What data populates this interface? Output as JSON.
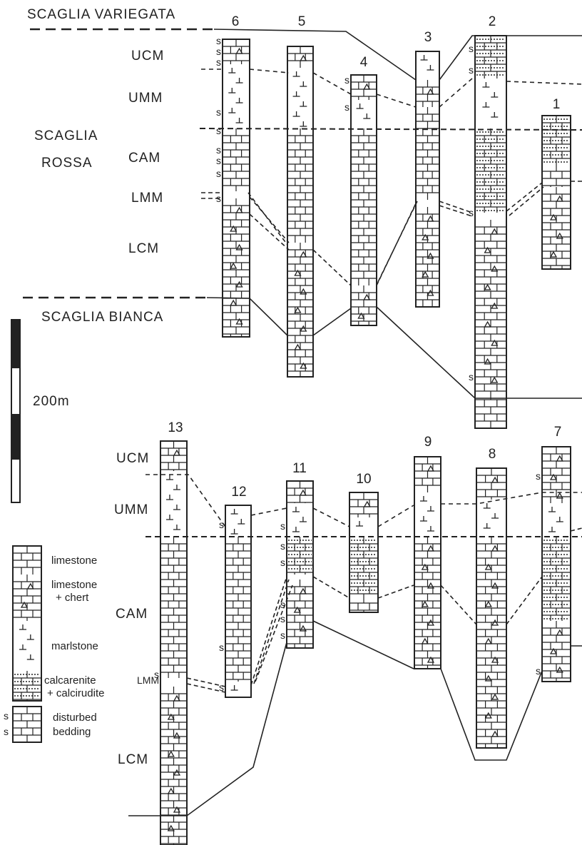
{
  "formations": {
    "variegata": "SCAGLIA VARIEGATA",
    "rossa_1": "SCAGLIA",
    "rossa_2": "ROSSA",
    "bianca": "SCAGLIA BIANCA"
  },
  "units": {
    "ucm": "UCM",
    "umm": "UMM",
    "cam": "CAM",
    "lmm": "LMM",
    "lcm": "LCM"
  },
  "scale_label": "200m",
  "disturbed_mark": "s",
  "legend": {
    "limestone": "limestone",
    "chert_1": "limestone",
    "chert_2": "+ chert",
    "marlstone": "marlstone",
    "calc_1": "calcarenite",
    "calc_2": "+ calcirudite",
    "dist_1": "disturbed",
    "dist_2": "bedding"
  },
  "sections": [
    {
      "id": "6",
      "col": [
        {
          "lith": "cL",
          "from": 55,
          "to": 90
        },
        {
          "lith": "M",
          "from": 90,
          "to": 180
        },
        {
          "lith": "L",
          "from": 180,
          "to": 268
        },
        {
          "lith": "M",
          "from": 268,
          "to": 278
        },
        {
          "lith": "cL",
          "from": 278,
          "to": 472
        }
      ],
      "s": [
        62,
        77,
        92,
        162,
        188,
        215,
        230,
        248,
        283
      ]
    },
    {
      "id": "5",
      "col": [
        {
          "lith": "cL",
          "from": 65,
          "to": 95
        },
        {
          "lith": "M",
          "from": 95,
          "to": 180
        },
        {
          "lith": "L",
          "from": 180,
          "to": 340
        },
        {
          "lith": "cL",
          "from": 340,
          "to": 528
        }
      ],
      "s": []
    },
    {
      "id": "4",
      "col": [
        {
          "lith": "cL",
          "from": 105,
          "to": 140
        },
        {
          "lith": "M",
          "from": 140,
          "to": 180
        },
        {
          "lith": "L",
          "from": 180,
          "to": 400
        },
        {
          "lith": "cL",
          "from": 400,
          "to": 456
        }
      ],
      "s": [
        117,
        155
      ]
    },
    {
      "id": "3",
      "col": [
        {
          "lith": "M",
          "from": 72,
          "to": 112
        },
        {
          "lith": "cL",
          "from": 112,
          "to": 150
        },
        {
          "lith": "L",
          "from": 150,
          "to": 280
        },
        {
          "lith": "M",
          "from": 280,
          "to": 290
        },
        {
          "lith": "cL",
          "from": 290,
          "to": 430
        }
      ],
      "s": []
    },
    {
      "id": "2",
      "col": [
        {
          "lith": "C",
          "from": 50,
          "to": 110
        },
        {
          "lith": "M",
          "from": 110,
          "to": 180
        },
        {
          "lith": "C",
          "from": 180,
          "to": 298
        },
        {
          "lith": "M",
          "from": 298,
          "to": 308
        },
        {
          "lith": "cL",
          "from": 308,
          "to": 550
        },
        {
          "lith": "L",
          "from": 550,
          "to": 600
        }
      ],
      "s": [
        73,
        103,
        303,
        533
      ]
    },
    {
      "id": "1",
      "col": [
        {
          "lith": "C",
          "from": 162,
          "to": 230
        },
        {
          "lith": "L",
          "from": 230,
          "to": 262
        },
        {
          "lith": "cL",
          "from": 262,
          "to": 377
        }
      ],
      "s": []
    },
    {
      "id": "13",
      "col": [
        {
          "lith": "cL",
          "from": 618,
          "to": 660
        },
        {
          "lith": "M",
          "from": 660,
          "to": 752
        },
        {
          "lith": "L",
          "from": 752,
          "to": 950
        },
        {
          "lith": "M",
          "from": 950,
          "to": 962
        },
        {
          "lith": "cL",
          "from": 962,
          "to": 1184
        }
      ],
      "s": [
        950
      ]
    },
    {
      "id": "12",
      "col": [
        {
          "lith": "M",
          "from": 708,
          "to": 752
        },
        {
          "lith": "L",
          "from": 752,
          "to": 955
        },
        {
          "lith": "M",
          "from": 955,
          "to": 977
        }
      ],
      "s": [
        740,
        912,
        968
      ]
    },
    {
      "id": "11",
      "col": [
        {
          "lith": "cL",
          "from": 674,
          "to": 705
        },
        {
          "lith": "M",
          "from": 705,
          "to": 752
        },
        {
          "lith": "C",
          "from": 752,
          "to": 805
        },
        {
          "lith": "M",
          "from": 805,
          "to": 812
        },
        {
          "lith": "cL",
          "from": 812,
          "to": 908
        }
      ],
      "s": [
        742,
        770,
        793,
        852,
        872,
        895
      ]
    },
    {
      "id": "10",
      "col": [
        {
          "lith": "cL",
          "from": 690,
          "to": 725
        },
        {
          "lith": "M",
          "from": 725,
          "to": 752
        },
        {
          "lith": "C",
          "from": 752,
          "to": 835
        },
        {
          "lith": "cL",
          "from": 835,
          "to": 858
        }
      ],
      "s": []
    },
    {
      "id": "9",
      "col": [
        {
          "lith": "cL",
          "from": 640,
          "to": 690
        },
        {
          "lith": "M",
          "from": 690,
          "to": 752
        },
        {
          "lith": "cL",
          "from": 752,
          "to": 937
        }
      ],
      "s": []
    },
    {
      "id": "8",
      "col": [
        {
          "lith": "cL",
          "from": 656,
          "to": 700
        },
        {
          "lith": "M",
          "from": 700,
          "to": 752
        },
        {
          "lith": "cL",
          "from": 752,
          "to": 1048
        }
      ],
      "s": []
    },
    {
      "id": "7",
      "col": [
        {
          "lith": "cL",
          "from": 626,
          "to": 705
        },
        {
          "lith": "M",
          "from": 705,
          "to": 752
        },
        {
          "lith": "C",
          "from": 752,
          "to": 870
        },
        {
          "lith": "cL",
          "from": 870,
          "to": 955
        }
      ],
      "s": [
        672,
        945
      ]
    }
  ]
}
